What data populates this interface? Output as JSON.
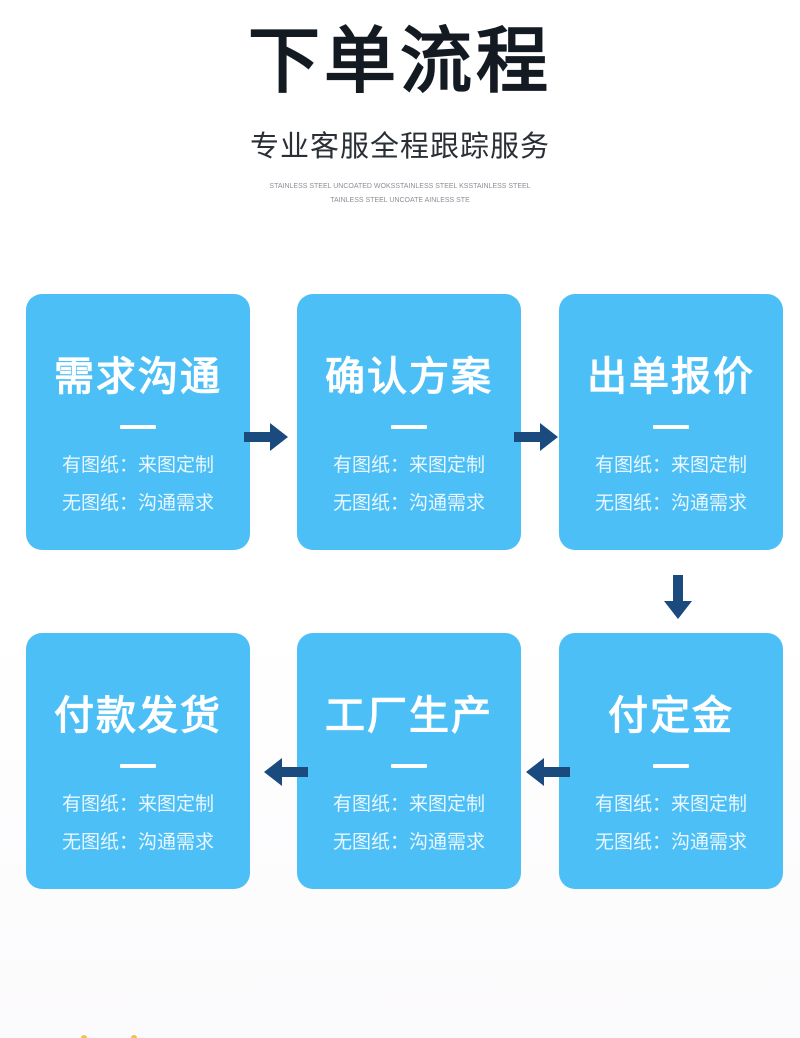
{
  "header": {
    "title": "下单流程",
    "subtitle": "专业客服全程跟踪服务",
    "fine_line1": "STAINLESS STEEL UNCOATED WOKSSTAINLESS STEEL KSSTAINLESS STEEL",
    "fine_line2": "TAINLESS STEEL UNCOATE AINLESS STE"
  },
  "steps": [
    {
      "title": "需求沟通",
      "line1": "有图纸：来图定制",
      "line2": "无图纸：沟通需求"
    },
    {
      "title": "确认方案",
      "line1": "有图纸：来图定制",
      "line2": "无图纸：沟通需求"
    },
    {
      "title": "出单报价",
      "line1": "有图纸：来图定制",
      "line2": "无图纸：沟通需求"
    },
    {
      "title": "付定金",
      "line1": "有图纸：来图定制",
      "line2": "无图纸：沟通需求"
    },
    {
      "title": "工厂生产",
      "line1": "有图纸：来图定制",
      "line2": "无图纸：沟通需求"
    },
    {
      "title": "付款发货",
      "line1": "有图纸：来图定制",
      "line2": "无图纸：沟通需求"
    }
  ],
  "colors": {
    "card": "#4dbff7",
    "arrow": "#1a4a7e",
    "title": "#141a22"
  },
  "icons": {
    "flow_arrow": "arrow-icon"
  }
}
